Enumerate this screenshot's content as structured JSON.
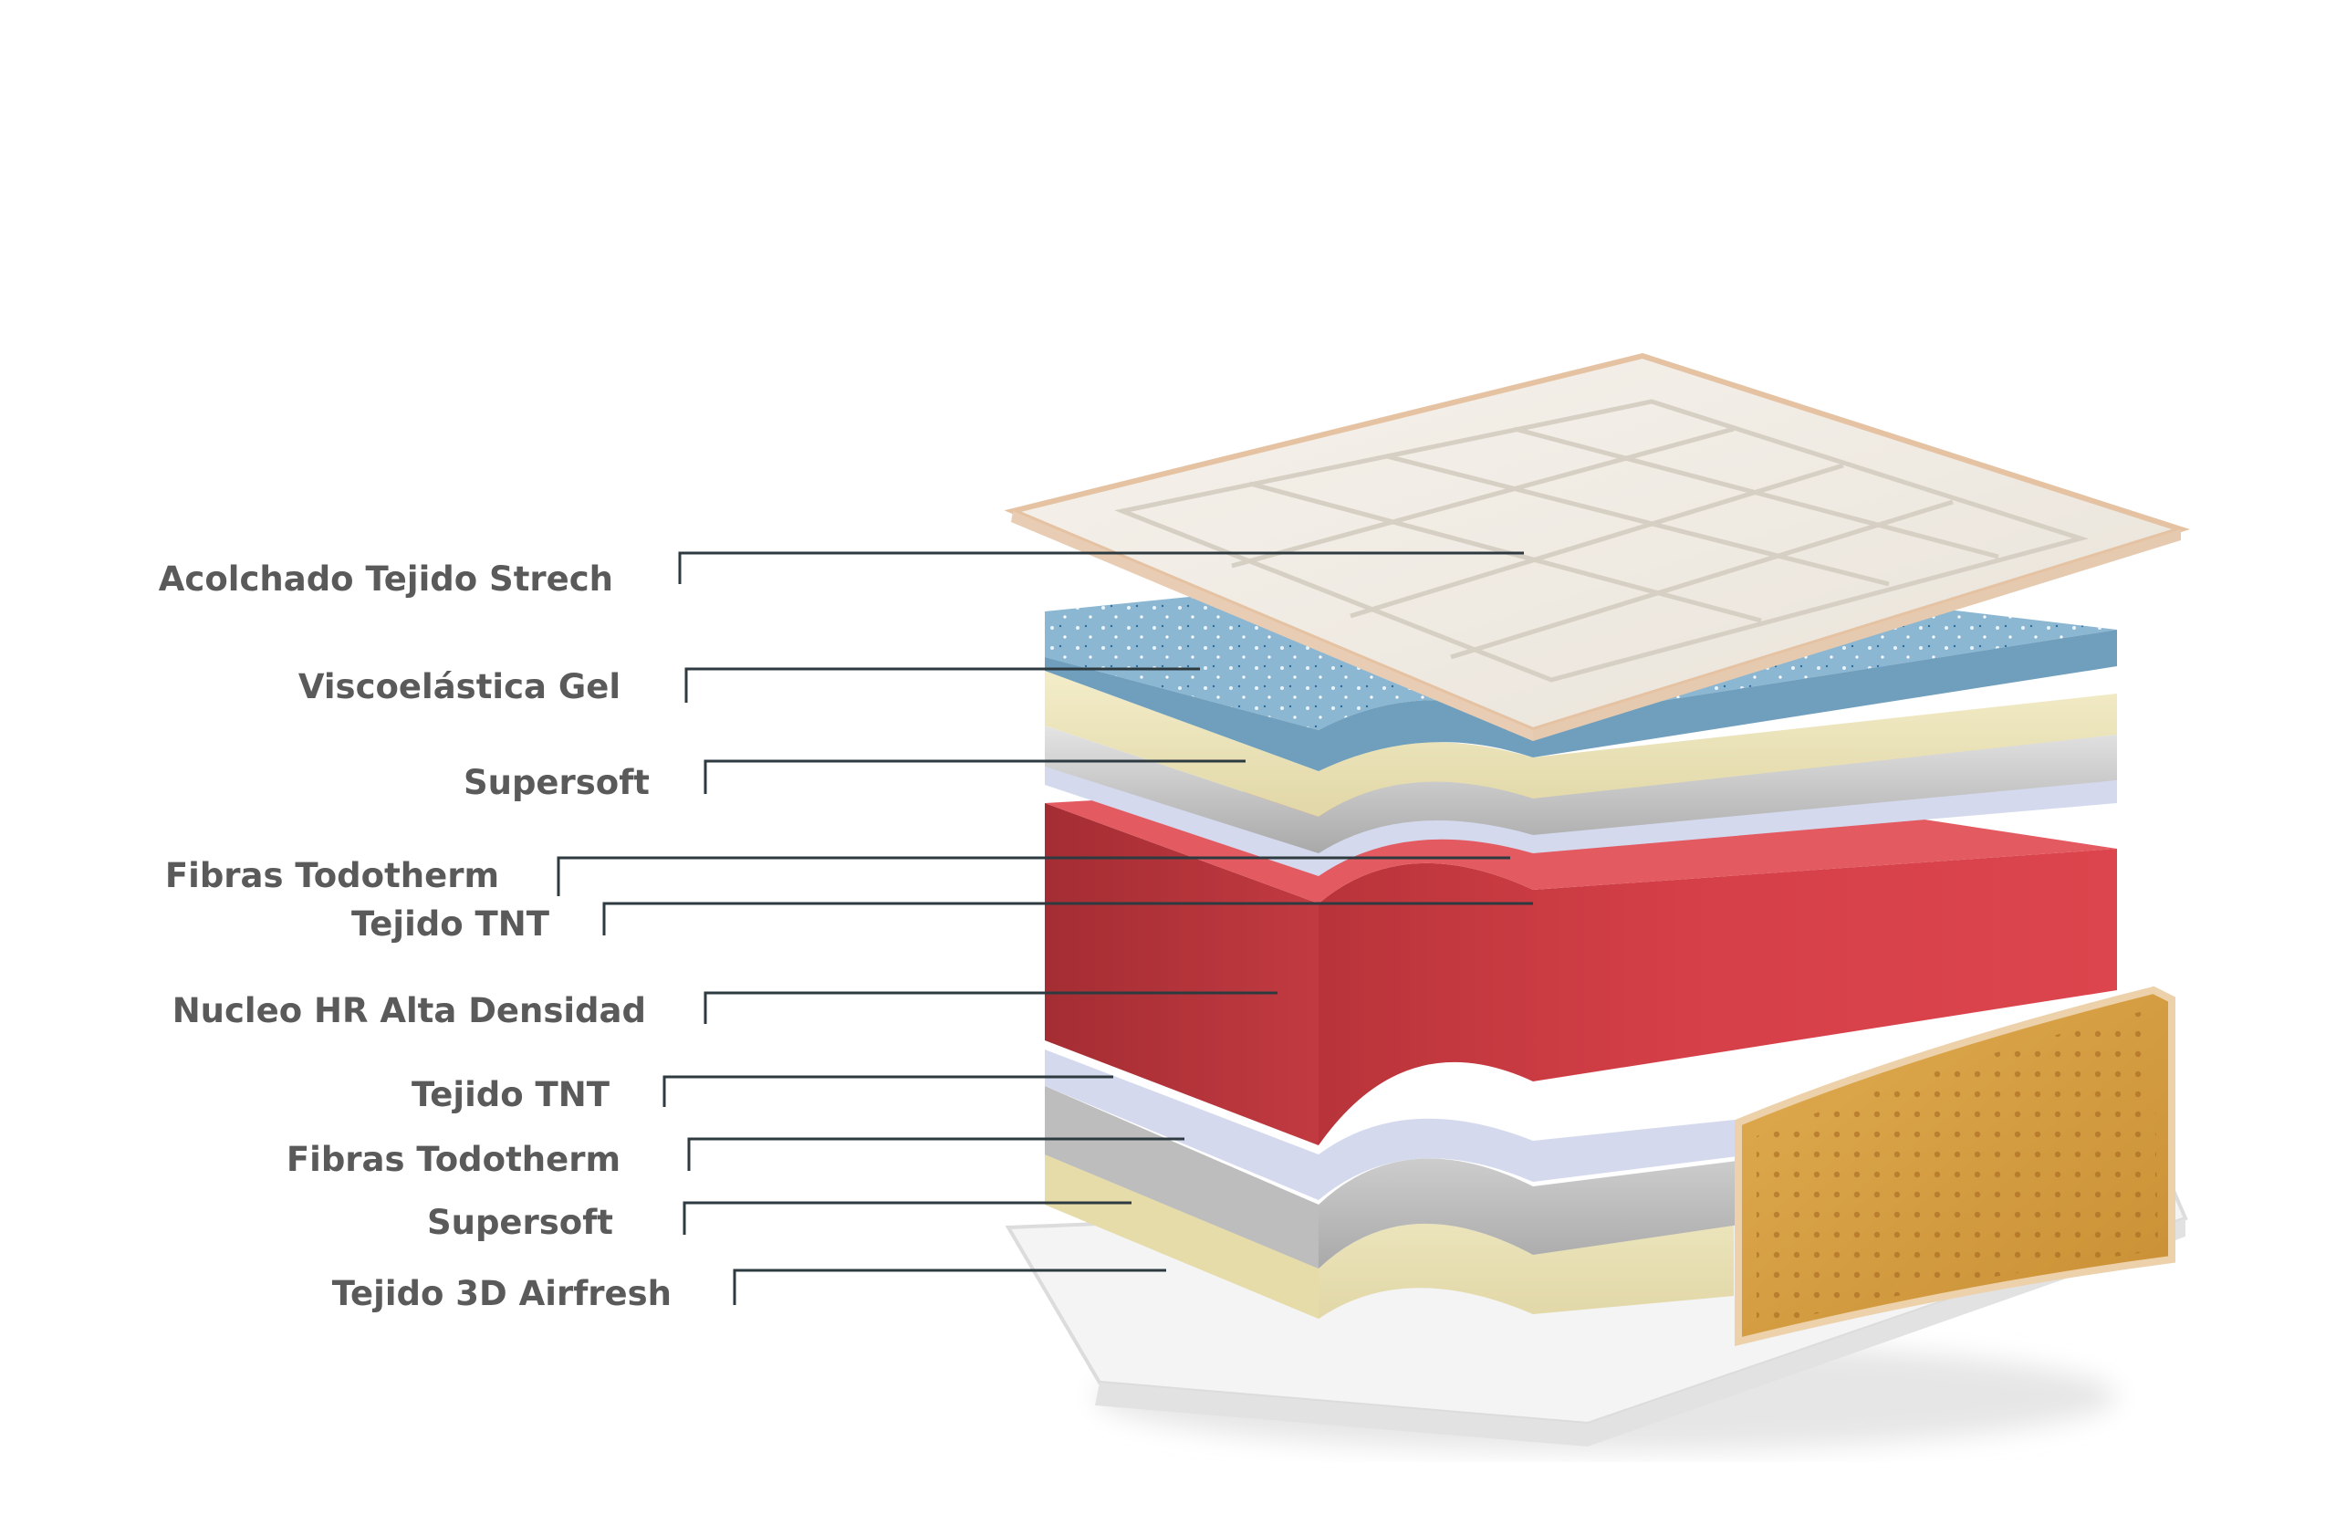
{
  "labels": [
    "Acolchado Tejido Strech",
    "Viscoelástica Gel",
    "Supersoft",
    "Fibras Todotherm",
    "Tejido TNT",
    "Nucleo HR Alta Densidad",
    "Tejido TNT",
    "Fibras Todotherm",
    "Supersoft",
    "Tejido 3D Airfresh"
  ],
  "colors": {
    "label_text": "#5a5a5a",
    "leader_line": "#2d3a40",
    "quilt": "#f1ece4",
    "quilt_edge": "#e7c3a6",
    "visco_gel": "#86b2cd",
    "supersoft": "#ece5bd",
    "fibras": "#c9c9c9",
    "tnt": "#d3d8ec",
    "core_red": "#d9434b",
    "airfresh": "#f3f3f3",
    "side_fabric": "#d39b3f"
  }
}
